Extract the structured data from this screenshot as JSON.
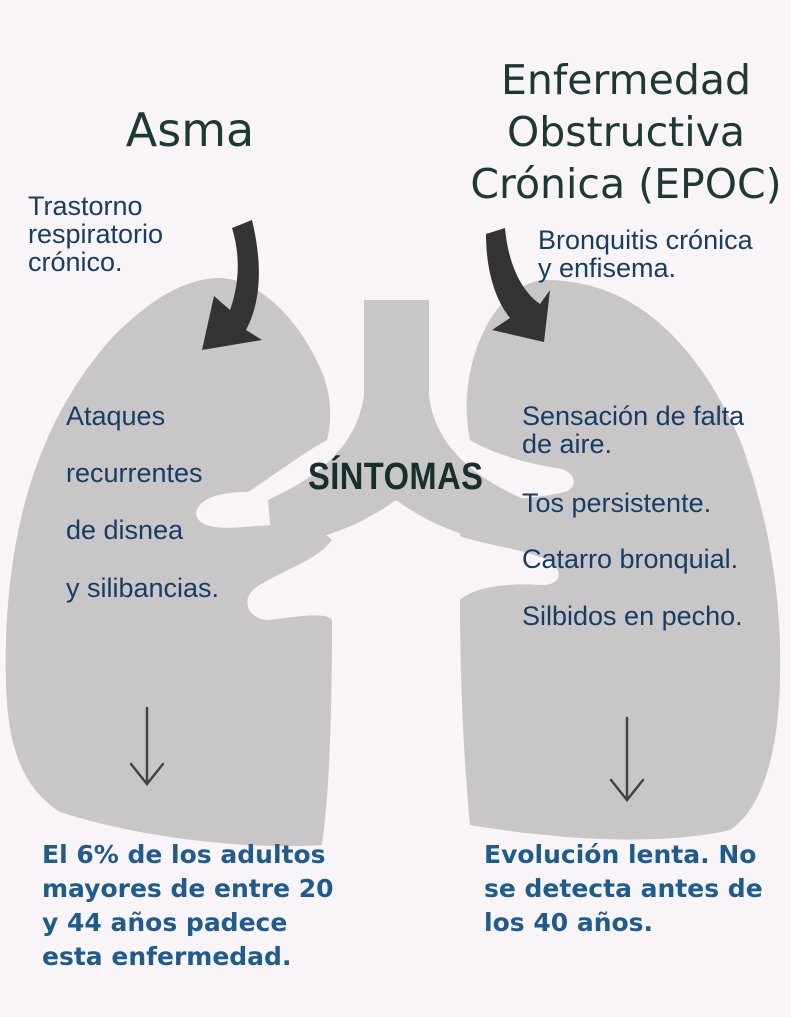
{
  "asma": {
    "title": "Asma",
    "description": [
      "Trastorno",
      "respiratorio",
      "crónico."
    ],
    "symptoms": [
      "Ataques",
      "recurrentes",
      "de disnea",
      "y silibancias."
    ],
    "fact": [
      "El 6% de los adultos",
      "mayores de entre 20",
      "y 44 años padece",
      "esta enfermedad."
    ]
  },
  "epoc": {
    "title": [
      "Enfermedad",
      "Obstructiva",
      "Crónica (EPOC)"
    ],
    "description": [
      "Bronquitis crónica",
      "y enfisema."
    ],
    "symptoms": [
      "Sensación de falta",
      "de aire.",
      "Tos persistente.",
      "Catarro bronquial.",
      "Silbidos en pecho."
    ],
    "fact": [
      "Evolución lenta. No",
      "se detecta antes de",
      "los 40 años."
    ]
  },
  "center_label": "SÍNTOMAS",
  "colors": {
    "background": "#f8f4f7",
    "lung": "#c9c6c8",
    "title": "#1b3a34",
    "text": "#163e64",
    "fact": "#1e5b8f",
    "arrow": "#333333"
  },
  "icons": [
    "curved-arrow-icon",
    "down-arrow-icon"
  ]
}
